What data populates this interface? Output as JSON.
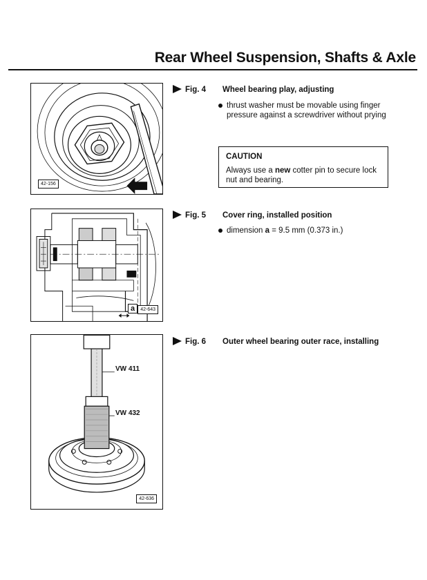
{
  "header": {
    "title": "Rear Wheel Suspension, Shafts & Axle"
  },
  "figures": [
    {
      "number": "Fig. 4",
      "caption": "Wheel bearing play, adjusting",
      "image_code": "42-156",
      "bullets": [
        "thrust washer must be movable using finger pressure against a screwdriver without prying"
      ]
    },
    {
      "number": "Fig. 5",
      "caption": "Cover ring, installed position",
      "image_code": "42-643",
      "dimension_label": "a",
      "bullet_prefix": "dimension",
      "bullet_value": " = 9.5 mm (0.373 in.)"
    },
    {
      "number": "Fig. 6",
      "caption": "Outer wheel bearing outer race, installing",
      "image_code": "42-636",
      "tools": [
        "VW 411",
        "VW 432"
      ]
    }
  ],
  "caution": {
    "title": "CAUTION",
    "text_before": "Always use a ",
    "text_emphasis": "new",
    "text_after": " cotter pin to secure lock nut and bearing."
  }
}
